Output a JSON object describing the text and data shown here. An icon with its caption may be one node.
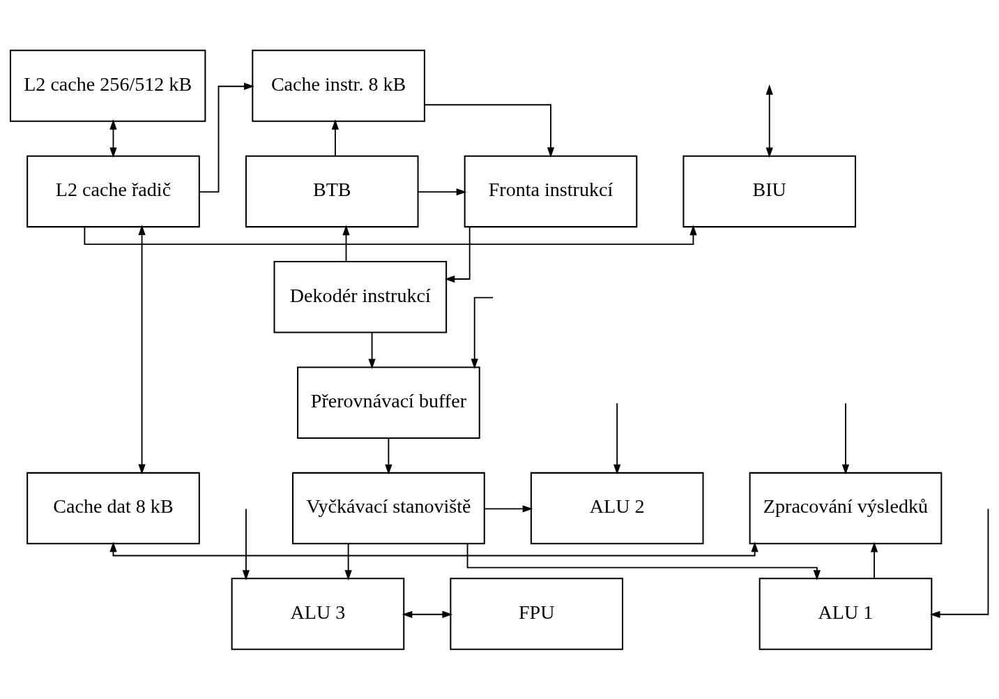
{
  "diagram": {
    "nodes": [
      {
        "text": [
          "L2 cache 256/512 kB"
        ]
      },
      {
        "text": [
          "Cache instr. 8 kB"
        ]
      },
      {
        "text": [
          "BIU"
        ]
      },
      {
        "text": [
          "L2 cache řadič"
        ]
      },
      {
        "text": [
          "Fronta instrukcí"
        ]
      },
      {
        "text": [
          "BTB"
        ]
      },
      {
        "text": [
          "Dekodér instrukcí"
        ]
      },
      {
        "text": [
          "Přerovnávací buffer"
        ]
      },
      {
        "text": [
          "ALU 1"
        ]
      },
      {
        "text": [
          "Cache dat 8 kB"
        ]
      },
      {
        "text": [
          "Zpracování výsledků"
        ]
      },
      {
        "text": [
          "ALU 2"
        ]
      },
      {
        "text": [
          "Vyčkávací stanoviště"
        ]
      },
      {
        "text": [
          "ALU 3"
        ]
      },
      {
        "text": [
          "FPU"
        ]
      }
    ],
    "edges": [
      {
        "from": null,
        "to": 2,
        "arrow": "both"
      },
      {
        "from": 0,
        "to": 3,
        "arrow": "both"
      },
      {
        "from": 3,
        "to": 2,
        "arrow": "to"
      },
      {
        "from": 3,
        "to": 1,
        "arrow": "to"
      },
      {
        "from": 1,
        "to": 4,
        "arrow": "to"
      },
      {
        "from": 5,
        "to": 4,
        "arrow": "to"
      },
      {
        "from": 5,
        "to": 1,
        "arrow": "to"
      },
      {
        "from": 4,
        "to": 6,
        "arrow": "to"
      },
      {
        "from": 6,
        "to": 5,
        "arrow": "to"
      },
      {
        "from": 6,
        "to": 7,
        "arrow": "to"
      },
      {
        "from": 3,
        "to": 9,
        "arrow": "both"
      },
      {
        "from": 9,
        "to": 10,
        "arrow": "both"
      },
      {
        "from": 8,
        "to": 10,
        "arrow": "to"
      },
      {
        "from": null,
        "to": 7,
        "arrow": "to"
      },
      {
        "from": null,
        "to": 8,
        "arrow": "to"
      },
      {
        "from": null,
        "to": 11,
        "arrow": "to"
      },
      {
        "from": null,
        "to": 13,
        "arrow": "to"
      },
      {
        "from": null,
        "to": 10,
        "arrow": "to"
      },
      {
        "from": 7,
        "to": 12,
        "arrow": "to"
      },
      {
        "from": 12,
        "to": 8,
        "arrow": "to"
      },
      {
        "from": 12,
        "to": 11,
        "arrow": "to"
      },
      {
        "from": 12,
        "to": 13,
        "arrow": "to"
      },
      {
        "from": 13,
        "to": 14,
        "arrow": "both"
      }
    ]
  }
}
